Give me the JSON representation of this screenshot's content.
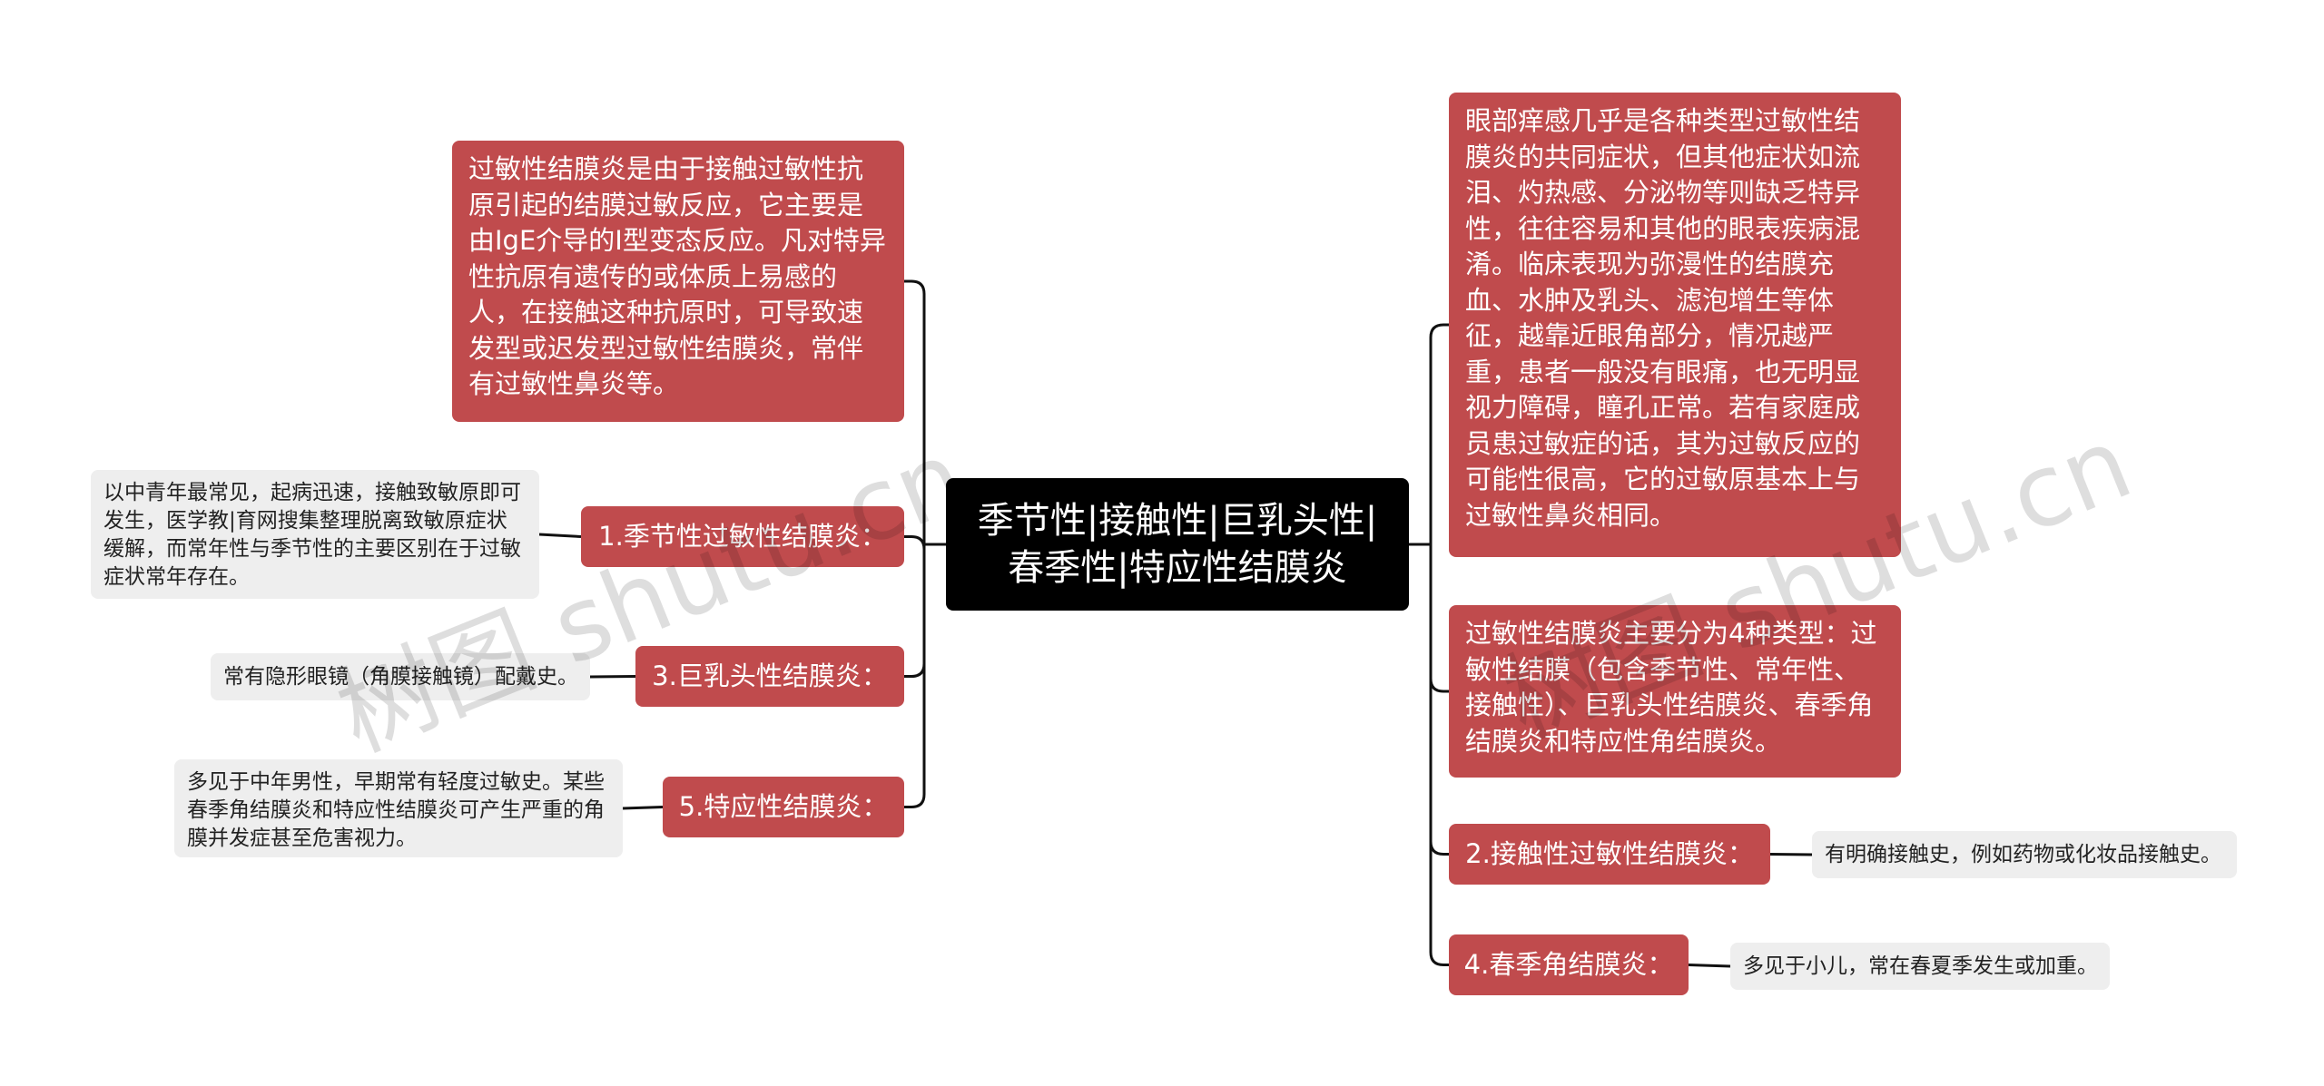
{
  "root": {
    "label": "季节性|接触性|巨乳头性|春季性|特应性结膜炎"
  },
  "left": {
    "definition": "过敏性结膜炎是由于接触过敏性抗原引起的结膜过敏反应，它主要是由IgE介导的I型变态反应。凡对特异性抗原有遗传的或体质上易感的人，在接触这种抗原时，可导致速发型或迟发型过敏性结膜炎，常伴有过敏性鼻炎等。",
    "seasonal": {
      "label": "1.季节性过敏性结膜炎：",
      "detail": "以中青年最常见，起病迅速，接触致敏原即可发生，医学教|育网搜集整理脱离致敏原症状缓解，而常年性与季节性的主要区别在于过敏症状常年存在。"
    },
    "giant_papillary": {
      "label": "3.巨乳头性结膜炎：",
      "detail": "常有隐形眼镜（角膜接触镜）配戴史。"
    },
    "atopic": {
      "label": "5.特应性结膜炎：",
      "detail": "多见于中年男性，早期常有轻度过敏史。某些春季角结膜炎和特应性结膜炎可产生严重的角膜并发症甚至危害视力。"
    }
  },
  "right": {
    "symptoms": "眼部痒感几乎是各种类型过敏性结膜炎的共同症状，但其他症状如流泪、灼热感、分泌物等则缺乏特异性，往往容易和其他的眼表疾病混淆。临床表现为弥漫性的结膜充血、水肿及乳头、滤泡增生等体征，越靠近眼角部分，情况越严重，患者一般没有眼痛，也无明显视力障碍，瞳孔正常。若有家庭成员患过敏症的话，其为过敏反应的可能性很高，它的过敏原基本上与过敏性鼻炎相同。",
    "types": "过敏性结膜炎主要分为4种类型：过敏性结膜（包含季节性、常年性、接触性）、巨乳头性结膜炎、春季角结膜炎和特应性角结膜炎。",
    "contact": {
      "label": "2.接触性过敏性结膜炎：",
      "detail": "有明确接触史，例如药物或化妆品接触史。"
    },
    "vernal": {
      "label": "4.春季角结膜炎：",
      "detail": "多见于小儿，常在春夏季发生或加重。"
    }
  },
  "watermarks": {
    "left": "树图 shutu.cn",
    "right": "树图 shutu.cn"
  },
  "colors": {
    "root_bg": "#000000",
    "branch_bg": "#c04b4d",
    "leaf_bg": "#eeeeee",
    "line": "#111111"
  }
}
